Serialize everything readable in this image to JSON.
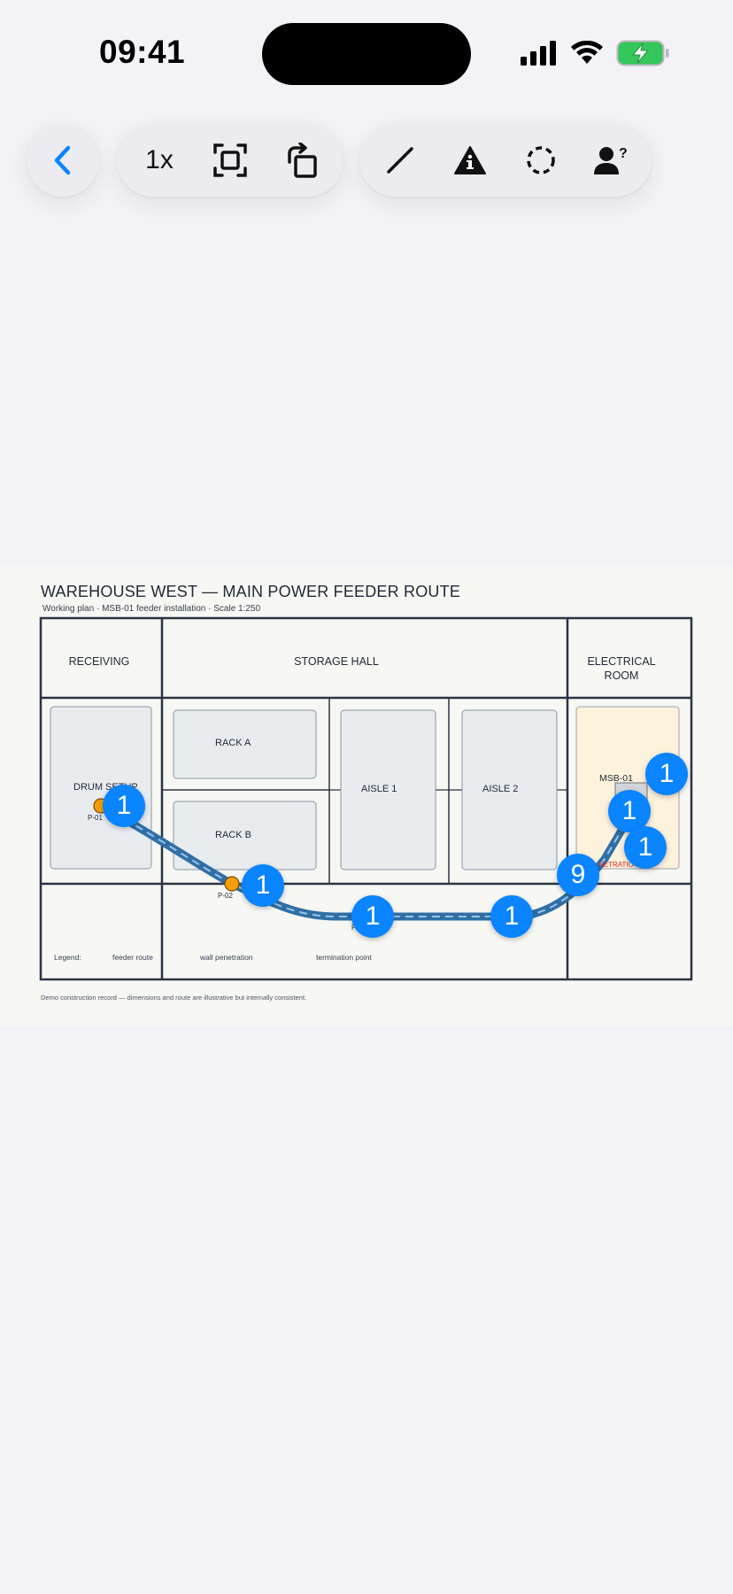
{
  "status_bar": {
    "time": "09:41",
    "icons": [
      "cellular-icon",
      "wifi-icon",
      "battery-charging-icon"
    ],
    "battery_color": "#34c759"
  },
  "toolbar": {
    "back_icon": "chevron-left-icon",
    "zoom_label": "1x",
    "tools": [
      "fit-frame-icon",
      "rotate-icon",
      "line-tool-icon",
      "info-icon",
      "lasso-icon",
      "person-question-icon"
    ],
    "accent": "#0a84ff"
  },
  "document": {
    "title": "WAREHOUSE WEST — MAIN POWER FEEDER ROUTE",
    "subtitle": "Working plan · MSB-01 feeder installation · Scale 1:250",
    "rooms": {
      "receiving": "RECEIVING",
      "storage_hall": "STORAGE HALL",
      "electrical_room_line1": "ELECTRICAL",
      "electrical_room_line2": "ROOM",
      "drum_setup": "DRUM SETUP",
      "rack_a": "RACK A",
      "rack_b": "RACK B",
      "aisle_1": "AISLE 1",
      "aisle_2": "AISLE 2",
      "msb": "MSB-01"
    },
    "points": {
      "p01": "P-01",
      "p02": "P-02",
      "p03": "P"
    },
    "penetration_label": "NETRATIO",
    "legend": {
      "title": "Legend:",
      "feeder_route": "feeder route",
      "wall_penetration": "wall penetration",
      "termination_point": "termination point"
    },
    "footnote": "Demo construction record — dimensions and route are illustrative but internally consistent.",
    "colors": {
      "route": "#2f6fa6",
      "point": "#f59e0b",
      "electrical_room_fill": "#fdf2dc"
    }
  },
  "annotations": [
    {
      "id": "a1",
      "count": "1"
    },
    {
      "id": "a2",
      "count": "1"
    },
    {
      "id": "a3",
      "count": "1"
    },
    {
      "id": "a4",
      "count": "1"
    },
    {
      "id": "a5",
      "count": "9"
    },
    {
      "id": "a6",
      "count": "1"
    },
    {
      "id": "a7",
      "count": "1"
    },
    {
      "id": "a8",
      "count": "1"
    }
  ]
}
